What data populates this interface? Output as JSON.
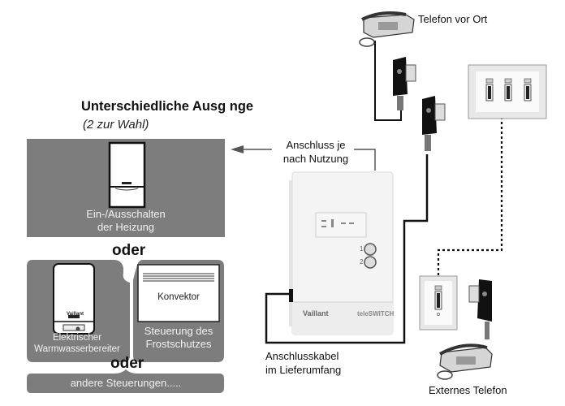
{
  "heading": {
    "title": "Unterschiedliche Ausg nge",
    "subtitle": "(2 zur Wahl)"
  },
  "options": {
    "heating": {
      "line1": "Ein-/Ausschalten",
      "line2": "der Heizung",
      "icon": "boiler-icon"
    },
    "oder_1": "oder",
    "water_heater": {
      "line1": "Elektrischer",
      "line2": "Warmwasserbereiter",
      "icon": "water-heater-icon",
      "brand_mark": "Vaillant"
    },
    "convector": {
      "device_label": "Konvektor",
      "line1": "Steuerung des",
      "line2": "Frostschutzes",
      "icon": "convector-icon"
    },
    "oder_2": "oder",
    "other": {
      "label": "andere Steuerungen....."
    }
  },
  "device": {
    "name": "teleSWITCH",
    "brand": "Vaillant",
    "button_1_label": "1",
    "button_2_label": "2"
  },
  "callouts": {
    "connection_line1": "Anschluss je",
    "connection_line2": "nach Nutzung",
    "cable_line1": "Anschlusskabel",
    "cable_line2": "im Lieferumfang"
  },
  "telephones": {
    "local": "Telefon vor Ort",
    "external": "Externes Telefon"
  },
  "colors": {
    "panel_gray": "#7d7d7d",
    "label_white": "#f2f2f2",
    "line_black": "#111111"
  }
}
